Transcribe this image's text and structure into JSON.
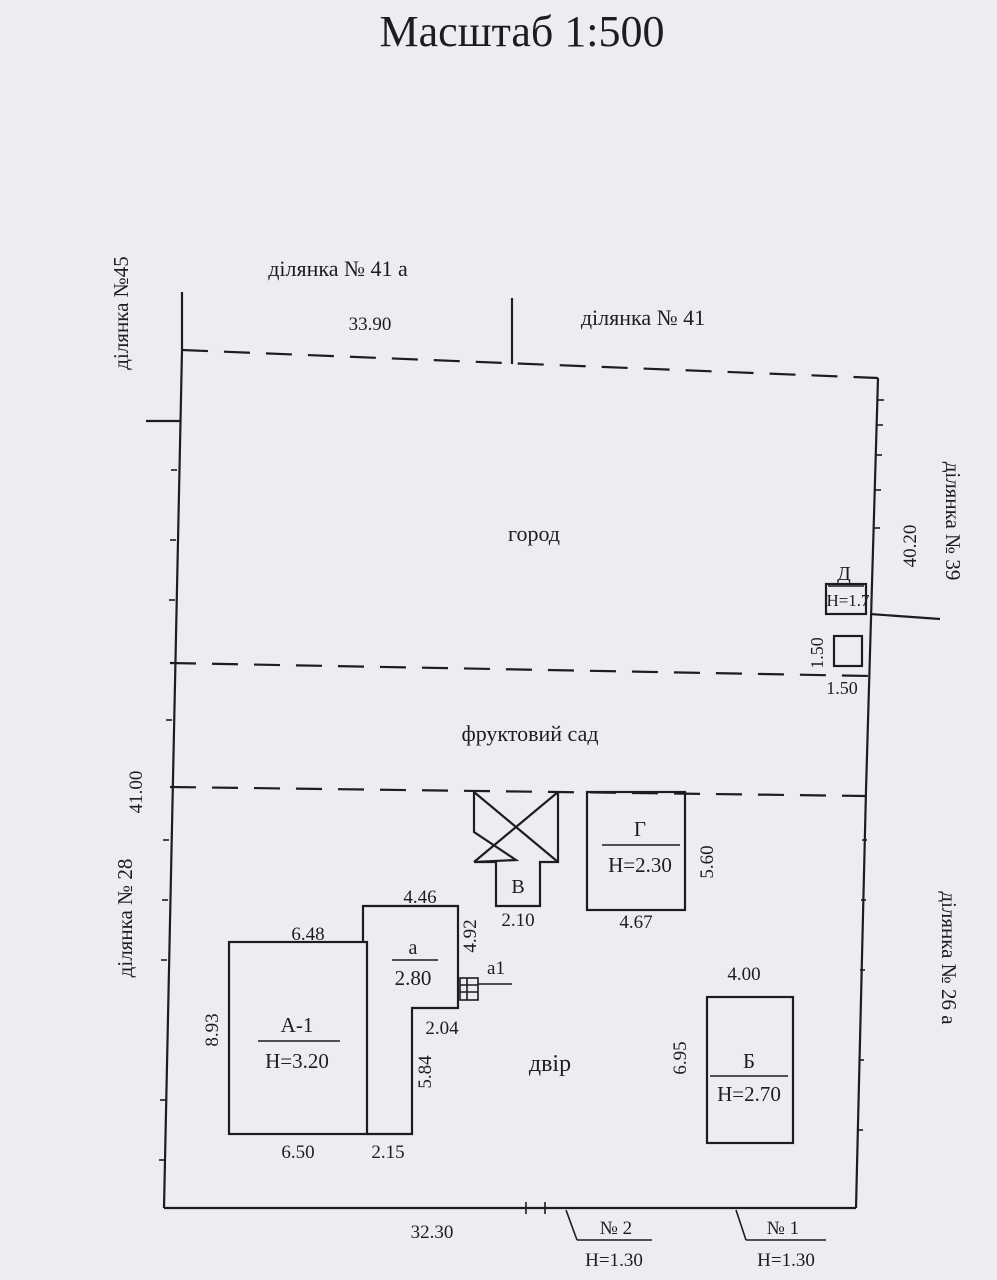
{
  "title": "Масштаб 1:500",
  "neighbors": {
    "north_left": "ділянка № 41 а",
    "north_right": "ділянка № 41",
    "west_top": "ділянка №45",
    "west_bottom": "ділянка № 28",
    "east_top": "ділянка № 39",
    "east_bottom": "ділянка № 26 а"
  },
  "zones": {
    "garden": "город",
    "orchard": "фруктовий сад",
    "yard": "двір"
  },
  "dimensions": {
    "north": "33.90",
    "east": "40.20",
    "west": "41.00",
    "south": "32.30",
    "d_side": "1.50",
    "d_bottom": "1.50",
    "a1_top": "6.48",
    "a1_left": "8.93",
    "a1_bottom": "6.50",
    "a_top": "4.46",
    "a_right": "4.92",
    "a_step": "2.04",
    "a_low_right": "5.84",
    "a_bottom": "2.15",
    "v_bottom": "2.10",
    "g_right": "5.60",
    "g_bottom": "4.67",
    "b_top": "4.00",
    "b_left": "6.95"
  },
  "buildings": {
    "a1": {
      "name": "А-1",
      "height": "Н=3.20"
    },
    "a": {
      "name": "а",
      "height": "2.80"
    },
    "a1_porch": "а1",
    "v": "В",
    "g": {
      "name": "Г",
      "height": "Н=2.30"
    },
    "b": {
      "name": "Б",
      "height": "Н=2.70"
    },
    "d": {
      "name": "Д",
      "height": "Н=1.7"
    }
  },
  "fences": {
    "f2": {
      "name": "№ 2",
      "height": "Н=1.30"
    },
    "f1": {
      "name": "№ 1",
      "height": "Н=1.30"
    }
  }
}
